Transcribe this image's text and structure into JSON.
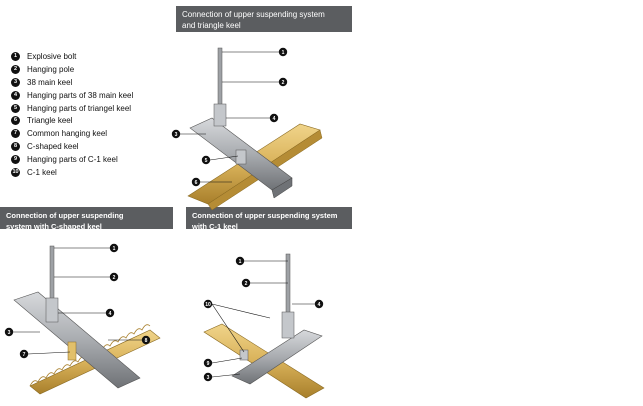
{
  "banners": {
    "top": [
      "Connection of upper suspending system",
      "and triangle keel"
    ],
    "left": [
      "Connection of upper suspending",
      "system with C-shaped keel"
    ],
    "right": [
      "Connection of upper suspending system",
      "with C-1 keel"
    ]
  },
  "legend": [
    {
      "num": "1",
      "label": "Explosive bolt"
    },
    {
      "num": "2",
      "label": "Hanging pole"
    },
    {
      "num": "3",
      "label": "38 main keel"
    },
    {
      "num": "4",
      "label": "Hanging parts of 38 main keel"
    },
    {
      "num": "5",
      "label": "Hanging parts of triangel keel"
    },
    {
      "num": "6",
      "label": "Triangle keel"
    },
    {
      "num": "7",
      "label": "Common hanging keel"
    },
    {
      "num": "8",
      "label": "C-shaped keel"
    },
    {
      "num": "9",
      "label": "Hanging parts of C-1 keel"
    },
    {
      "num": "10",
      "label": "C-1 keel"
    }
  ],
  "callouts": {
    "top": [
      "1",
      "2",
      "3",
      "4",
      "5",
      "6"
    ],
    "left": [
      "1",
      "2",
      "3",
      "4",
      "7",
      "8"
    ],
    "right": [
      "1",
      "2",
      "10",
      "4",
      "9",
      "3"
    ]
  },
  "colors": {
    "banner": "#5b5d60",
    "steel": "#a9acb0",
    "gold": "#d9b25a",
    "dark": "#111111"
  }
}
